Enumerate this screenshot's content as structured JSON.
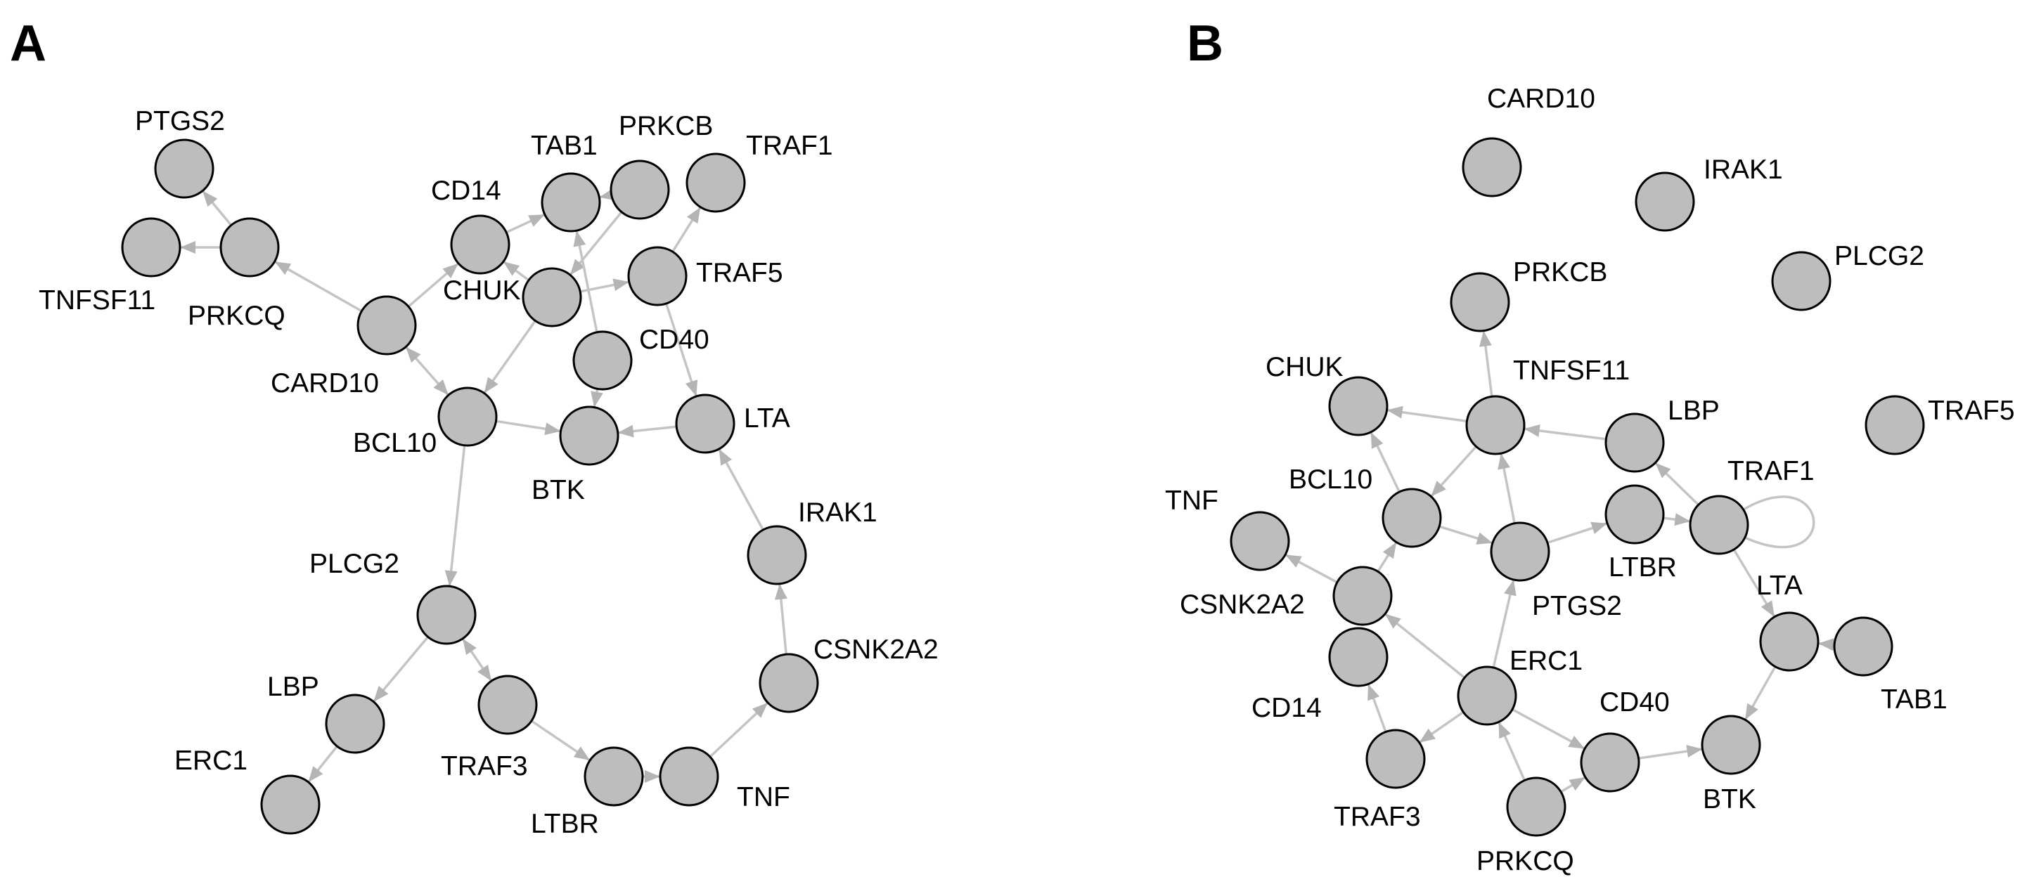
{
  "panels": [
    {
      "id": "A",
      "label": "A",
      "nodes": [
        {
          "id": "PTGS2",
          "label": "PTGS2"
        },
        {
          "id": "TNFSF11",
          "label": "TNFSF11"
        },
        {
          "id": "PRKCQ",
          "label": "PRKCQ"
        },
        {
          "id": "CARD10",
          "label": "CARD10"
        },
        {
          "id": "CD14",
          "label": "CD14"
        },
        {
          "id": "TAB1",
          "label": "TAB1"
        },
        {
          "id": "PRKCB",
          "label": "PRKCB"
        },
        {
          "id": "TRAF1",
          "label": "TRAF1"
        },
        {
          "id": "CHUK",
          "label": "CHUK"
        },
        {
          "id": "TRAF5",
          "label": "TRAF5"
        },
        {
          "id": "CD40",
          "label": "CD40"
        },
        {
          "id": "BCL10",
          "label": "BCL10"
        },
        {
          "id": "BTK",
          "label": "BTK"
        },
        {
          "id": "LTA",
          "label": "LTA"
        },
        {
          "id": "IRAK1",
          "label": "IRAK1"
        },
        {
          "id": "PLCG2",
          "label": "PLCG2"
        },
        {
          "id": "CSNK2A2",
          "label": "CSNK2A2"
        },
        {
          "id": "LBP",
          "label": "LBP"
        },
        {
          "id": "TRAF3",
          "label": "TRAF3"
        },
        {
          "id": "ERC1",
          "label": "ERC1"
        },
        {
          "id": "LTBR",
          "label": "LTBR"
        },
        {
          "id": "TNF",
          "label": "TNF"
        }
      ],
      "edges": [
        {
          "source": "PRKCQ",
          "target": "PTGS2"
        },
        {
          "source": "PRKCQ",
          "target": "TNFSF11"
        },
        {
          "source": "CARD10",
          "target": "PRKCQ"
        },
        {
          "source": "CARD10",
          "target": "CD14"
        },
        {
          "source": "CARD10",
          "target": "BCL10",
          "bidirectional": true
        },
        {
          "source": "CD14",
          "target": "TAB1"
        },
        {
          "source": "PRKCB",
          "target": "TAB1"
        },
        {
          "source": "PRKCB",
          "target": "CHUK"
        },
        {
          "source": "TRAF5",
          "target": "TRAF1"
        },
        {
          "source": "CHUK",
          "target": "CD14"
        },
        {
          "source": "CHUK",
          "target": "TRAF5"
        },
        {
          "source": "CHUK",
          "target": "BCL10"
        },
        {
          "source": "CD40",
          "target": "TAB1"
        },
        {
          "source": "CD40",
          "target": "BTK"
        },
        {
          "source": "TRAF5",
          "target": "LTA"
        },
        {
          "source": "BCL10",
          "target": "BTK"
        },
        {
          "source": "LTA",
          "target": "BTK"
        },
        {
          "source": "BCL10",
          "target": "PLCG2"
        },
        {
          "source": "IRAK1",
          "target": "LTA"
        },
        {
          "source": "CSNK2A2",
          "target": "IRAK1"
        },
        {
          "source": "PLCG2",
          "target": "LBP"
        },
        {
          "source": "PLCG2",
          "target": "TRAF3",
          "bidirectional": true
        },
        {
          "source": "LBP",
          "target": "ERC1"
        },
        {
          "source": "TRAF3",
          "target": "LTBR"
        },
        {
          "source": "LTBR",
          "target": "TNF"
        },
        {
          "source": "TNF",
          "target": "CSNK2A2"
        }
      ]
    },
    {
      "id": "B",
      "label": "B",
      "nodes": [
        {
          "id": "CARD10",
          "label": "CARD10"
        },
        {
          "id": "IRAK1",
          "label": "IRAK1"
        },
        {
          "id": "PLCG2",
          "label": "PLCG2"
        },
        {
          "id": "PRKCB",
          "label": "PRKCB"
        },
        {
          "id": "TRAF5",
          "label": "TRAF5"
        },
        {
          "id": "CHUK",
          "label": "CHUK"
        },
        {
          "id": "TNFSF11",
          "label": "TNFSF11"
        },
        {
          "id": "LBP",
          "label": "LBP"
        },
        {
          "id": "TRAF1",
          "label": "TRAF1"
        },
        {
          "id": "TNF",
          "label": "TNF"
        },
        {
          "id": "BCL10",
          "label": "BCL10"
        },
        {
          "id": "LTBR",
          "label": "LTBR"
        },
        {
          "id": "PTGS2",
          "label": "PTGS2"
        },
        {
          "id": "CSNK2A2",
          "label": "CSNK2A2"
        },
        {
          "id": "LTA",
          "label": "LTA"
        },
        {
          "id": "TAB1",
          "label": "TAB1"
        },
        {
          "id": "ERC1",
          "label": "ERC1"
        },
        {
          "id": "CD14",
          "label": "CD14"
        },
        {
          "id": "CD40",
          "label": "CD40"
        },
        {
          "id": "BTK",
          "label": "BTK"
        },
        {
          "id": "TRAF3",
          "label": "TRAF3"
        },
        {
          "id": "PRKCQ",
          "label": "PRKCQ"
        }
      ],
      "edges": [
        {
          "source": "TNFSF11",
          "target": "PRKCB"
        },
        {
          "source": "TNFSF11",
          "target": "CHUK"
        },
        {
          "source": "LBP",
          "target": "TNFSF11"
        },
        {
          "source": "TNFSF11",
          "target": "BCL10"
        },
        {
          "source": "PTGS2",
          "target": "TNFSF11"
        },
        {
          "source": "BCL10",
          "target": "CHUK"
        },
        {
          "source": "TRAF1",
          "target": "LBP"
        },
        {
          "source": "LTBR",
          "target": "TRAF1"
        },
        {
          "source": "TRAF1",
          "target": "TRAF1",
          "loop": true
        },
        {
          "source": "BCL10",
          "target": "PTGS2"
        },
        {
          "source": "PTGS2",
          "target": "LTBR"
        },
        {
          "source": "CSNK2A2",
          "target": "BCL10"
        },
        {
          "source": "CSNK2A2",
          "target": "TNF"
        },
        {
          "source": "TRAF1",
          "target": "LTA"
        },
        {
          "source": "TAB1",
          "target": "LTA"
        },
        {
          "source": "LTA",
          "target": "BTK"
        },
        {
          "source": "ERC1",
          "target": "PTGS2"
        },
        {
          "source": "ERC1",
          "target": "CSNK2A2"
        },
        {
          "source": "ERC1",
          "target": "TRAF3"
        },
        {
          "source": "ERC1",
          "target": "CD40"
        },
        {
          "source": "TRAF3",
          "target": "CD14"
        },
        {
          "source": "PRKCQ",
          "target": "ERC1"
        },
        {
          "source": "PRKCQ",
          "target": "CD40"
        },
        {
          "source": "CD40",
          "target": "BTK"
        }
      ]
    }
  ]
}
